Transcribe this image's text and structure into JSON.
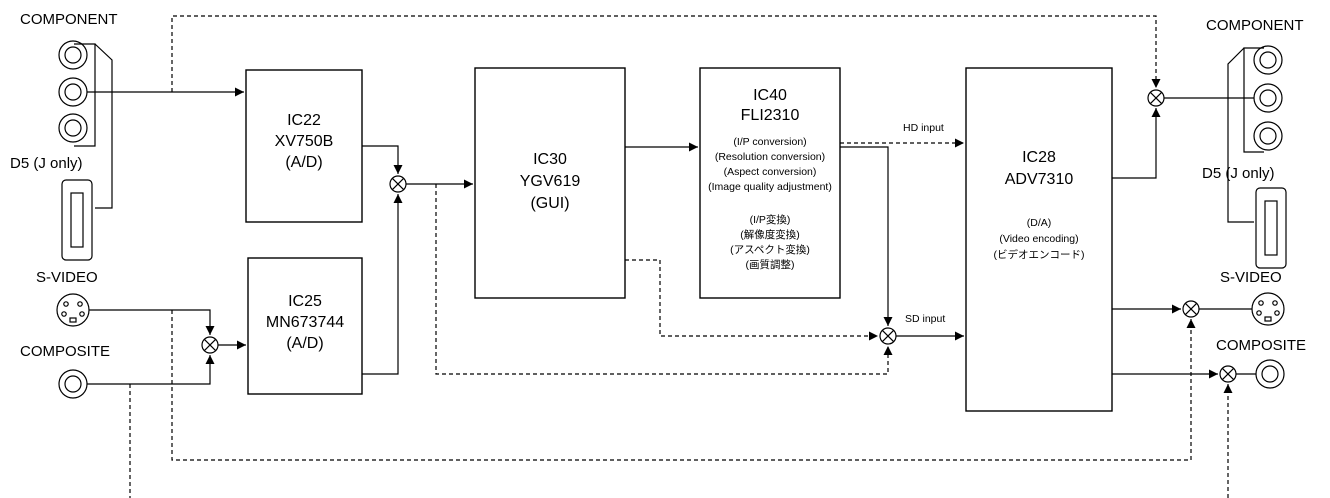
{
  "inputs": {
    "component": "COMPONENT",
    "d5": "D5 (J only)",
    "svideo": "S-VIDEO",
    "composite": "COMPOSITE"
  },
  "outputs": {
    "component": "COMPONENT",
    "d5": "D5 (J only)",
    "svideo": "S-VIDEO",
    "composite": "COMPOSITE"
  },
  "blocks": {
    "ic22": {
      "line1": "IC22",
      "line2": "XV750B",
      "line3": "(A/D)"
    },
    "ic25": {
      "line1": "IC25",
      "line2": "MN673744",
      "line3": "(A/D)"
    },
    "ic30": {
      "line1": "IC30",
      "line2": "YGV619",
      "line3": "(GUI)"
    },
    "ic40": {
      "line1": "IC40",
      "line2": "FLI2310",
      "en": [
        "(I/P conversion)",
        "(Resolution conversion)",
        "(Aspect conversion)",
        "(Image quality adjustment)"
      ],
      "ja": [
        "(I/P変換)",
        "(解像度変換)",
        "(アスペクト変換)",
        "(画質調整)"
      ]
    },
    "ic28": {
      "line1": "IC28",
      "line2": "ADV7310",
      "line3": "(D/A)",
      "line4": "(Video encoding)",
      "line5": "(ビデオエンコード)"
    }
  },
  "signals": {
    "hd_input": "HD input",
    "sd_input": "SD input"
  }
}
